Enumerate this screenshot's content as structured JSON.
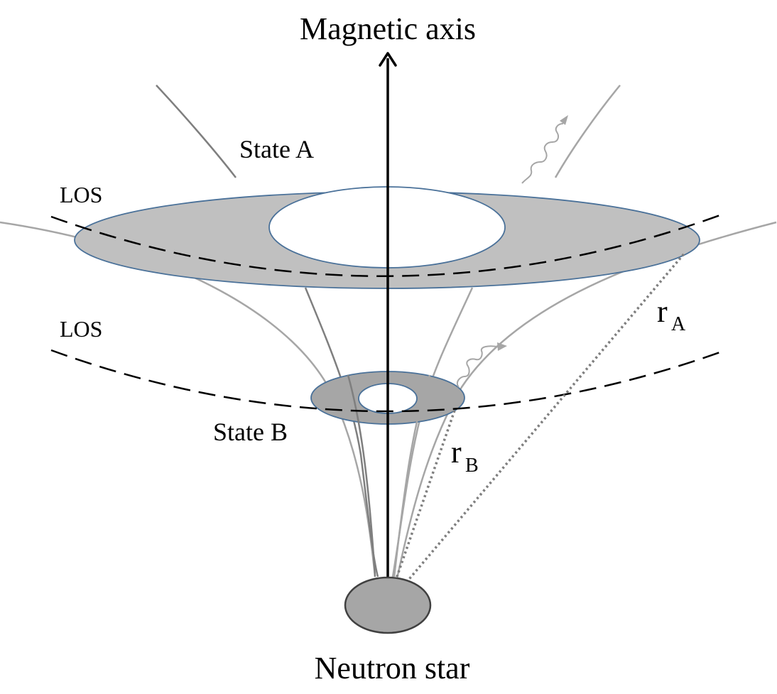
{
  "labels": {
    "axis": "Magnetic axis",
    "star": "Neutron star",
    "state_a": "State A",
    "state_b": "State B",
    "los_a": "LOS",
    "los_b": "LOS",
    "r_a_main": "r",
    "r_a_sub": "A",
    "r_b_main": "r",
    "r_b_sub": "B"
  },
  "colors": {
    "ring_fill": "#c0c0c0",
    "ring_small_fill": "#a6a6a6",
    "ring_stroke": "#4a7199",
    "star_fill": "#a6a6a6",
    "field_light": "#a6a6a6",
    "field_dark": "#7f7f7f",
    "axis": "#000000",
    "los": "#000000",
    "radius_line": "#7f7f7f",
    "photon": "#a6a6a6"
  },
  "icons": {
    "axis_arrow": "arrow-up-icon",
    "photon_a": "wavy-photon-icon",
    "photon_b": "wavy-photon-icon"
  }
}
